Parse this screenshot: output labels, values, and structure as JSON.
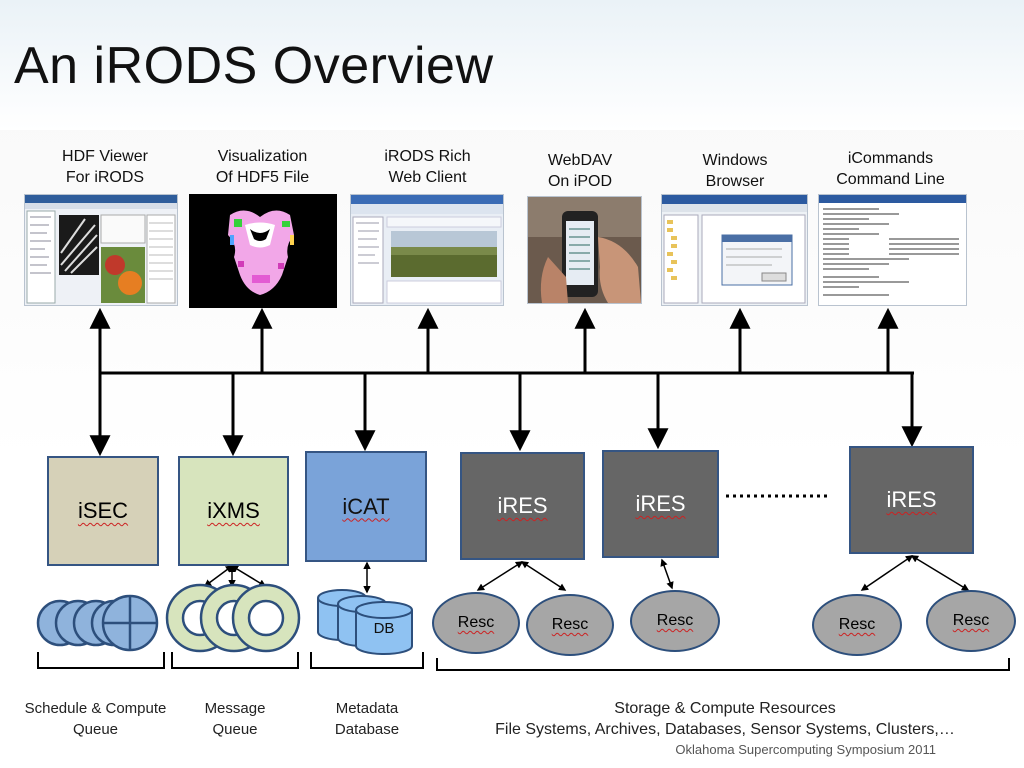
{
  "slide": {
    "title": "An iRODS Overview",
    "footer": "Oklahoma Supercomputing Symposium 2011"
  },
  "clients": [
    {
      "line1": "HDF Viewer",
      "line2": "For iRODS",
      "icon": "hdf-viewer-screenshot"
    },
    {
      "line1": "Visualization",
      "line2": "Of HDF5 File",
      "icon": "visualization-image"
    },
    {
      "line1": "iRODS Rich",
      "line2": "Web Client",
      "icon": "web-client-screenshot"
    },
    {
      "line1": "WebDAV",
      "line2": "On iPOD",
      "icon": "ipod-photo"
    },
    {
      "line1": "Windows",
      "line2": "Browser",
      "icon": "windows-browser-screenshot"
    },
    {
      "line1": "iCommands",
      "line2": "Command Line",
      "icon": "command-line-screenshot"
    }
  ],
  "servers": {
    "isec": "iSEC",
    "ixms": "iXMS",
    "icat": "iCAT",
    "ires1": "iRES",
    "ires2": "iRES",
    "ires3": "iRES"
  },
  "resources": {
    "db": "DB",
    "resc": "Resc"
  },
  "bottom_labels": {
    "schedule_1": "Schedule & Compute",
    "schedule_2": "Queue",
    "message_1": "Message",
    "message_2": "Queue",
    "metadata_1": "Metadata",
    "metadata_2": "Database",
    "storage_1": "Storage  & Compute Resources",
    "storage_2": "File Systems, Archives, Databases, Sensor Systems, Clusters,…"
  },
  "colors": {
    "isec": "#d6d1b8",
    "ixms": "#d7e4bd",
    "icat": "#7aa3d9",
    "ires": "#666666",
    "resc": "#a6a6a6",
    "node_border": "#355583"
  }
}
